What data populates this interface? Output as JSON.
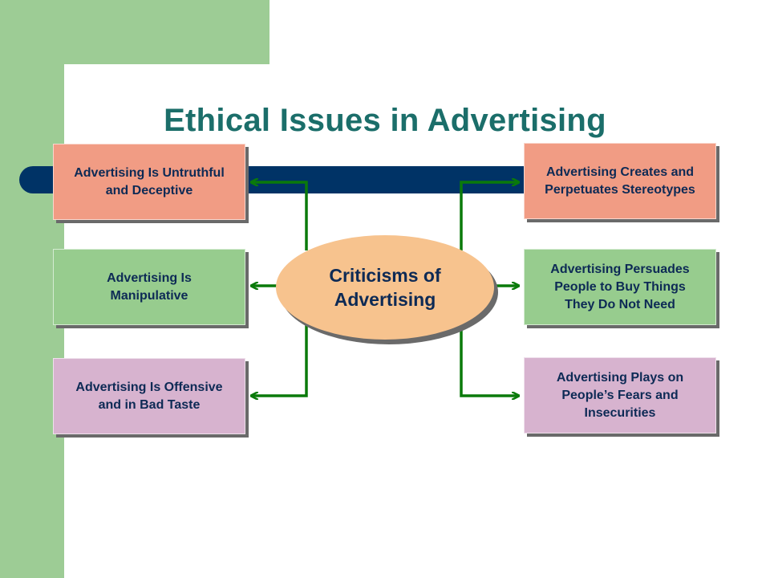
{
  "title": "Ethical Issues in Advertising",
  "center": {
    "line1": "Criticisms of",
    "line2": "Advertising"
  },
  "left_boxes": [
    {
      "line1": "Advertising Is Untruthful",
      "line2": "and Deceptive"
    },
    {
      "line1": "Advertising Is",
      "line2": "Manipulative"
    },
    {
      "line1": "Advertising Is Offensive",
      "line2": "and in Bad Taste"
    }
  ],
  "right_boxes": [
    {
      "line1": "Advertising Creates and",
      "line2": "Perpetuates Stereotypes"
    },
    {
      "line1": "Advertising Persuades",
      "line2": "People to Buy Things",
      "line3": "They Do Not Need"
    },
    {
      "line1": "Advertising Plays on",
      "line2": "People’s Fears and",
      "line3": "Insecurities"
    }
  ],
  "colors": {
    "sidebar_green": "#9dcc95",
    "title_teal": "#1b6e6a",
    "bar_navy": "#003366",
    "arrow_green": "#0a7a0a",
    "salmon": "#f19c84",
    "green_box": "#97cc8e",
    "pink_box": "#d7b3cf",
    "ellipse_peach": "#f7c38e"
  }
}
